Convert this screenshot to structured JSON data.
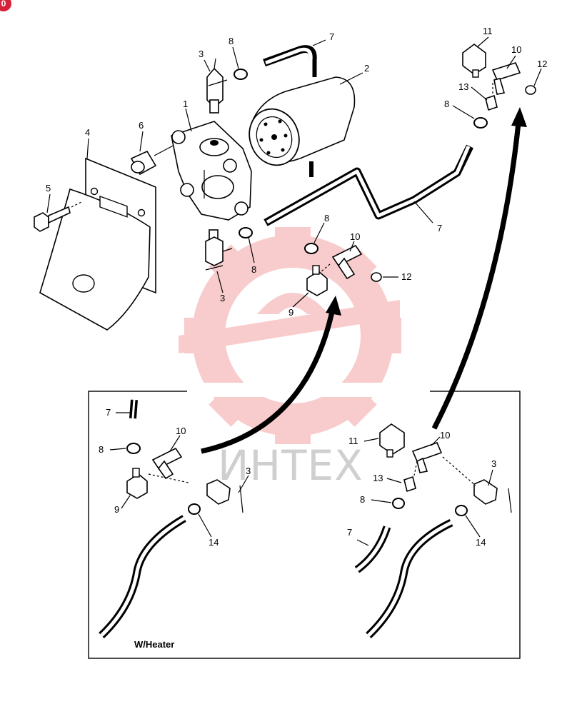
{
  "corner_badge": "0",
  "watermark": {
    "text": "ИНТЕХ",
    "color": "#e84a4a"
  },
  "inset_label": "W/Heater",
  "callouts": {
    "part_1": "1",
    "part_2": "2",
    "part_3_top": "3",
    "part_3_bottom": "3",
    "part_4": "4",
    "part_5": "5",
    "part_6": "6",
    "part_7_top": "7",
    "part_7_mid": "7",
    "part_8_top": "8",
    "part_8_left": "8",
    "part_8_center": "8",
    "part_8_right": "8",
    "part_9": "9",
    "part_10_center": "10",
    "part_10_right": "10",
    "part_11_right": "11",
    "part_12_center": "12",
    "part_12_right": "12",
    "part_13_right": "13",
    "inset_left_7": "7",
    "inset_left_8": "8",
    "inset_left_9": "9",
    "inset_left_10": "10",
    "inset_left_3": "3",
    "inset_left_14": "14",
    "inset_right_11": "11",
    "inset_right_10": "10",
    "inset_right_13": "13",
    "inset_right_8": "8",
    "inset_right_7": "7",
    "inset_right_3": "3",
    "inset_right_14": "14"
  }
}
